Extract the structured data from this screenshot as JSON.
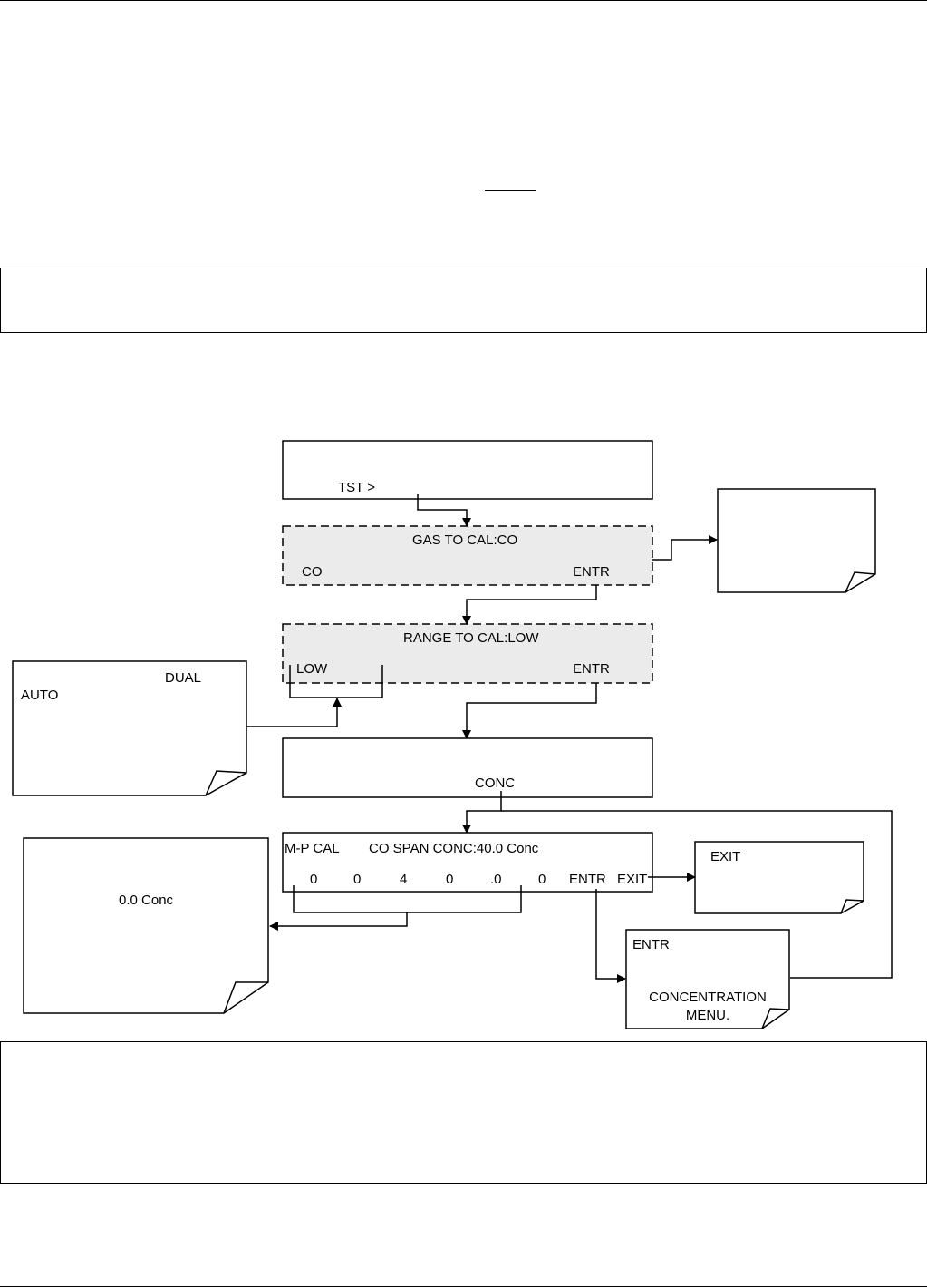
{
  "diagram": {
    "tst_screen": {
      "tst_label": "TST >"
    },
    "gas_screen": {
      "title": "GAS TO CAL:CO",
      "co_key": "CO",
      "entr_key": "ENTR"
    },
    "range_screen": {
      "title": "RANGE TO CAL:LOW",
      "low_key": "LOW",
      "entr_key": "ENTR"
    },
    "conc_screen": {
      "conc_key": "CONC"
    },
    "span_screen": {
      "mode": "M-P CAL",
      "title": "CO SPAN CONC:40.0 Conc",
      "digits": [
        "0",
        "0",
        "4",
        "0",
        ".0",
        "0"
      ],
      "entr_key": "ENTR",
      "exit_key": "EXIT"
    },
    "notes": {
      "auto_dual": {
        "dual": "DUAL",
        "auto": "AUTO"
      },
      "zero_value": "0.0 Conc",
      "exit_note": "EXIT",
      "entr_note": {
        "entr": "ENTR",
        "line1": "CONCENTRATION",
        "line2": "MENU."
      }
    }
  },
  "colors": {
    "screen_fill": "#ebebeb",
    "line": "#000000"
  }
}
